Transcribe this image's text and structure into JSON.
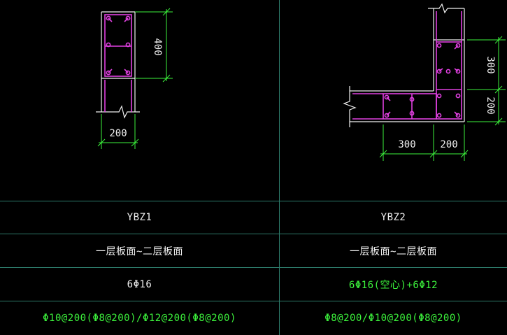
{
  "colors": {
    "background": "#000000",
    "grid_line": "#2d7a6a",
    "outline": "#f0f0f0",
    "rebar": "#e040e0",
    "dimension": "#3cf23c",
    "highlight_text": "#3cf23c"
  },
  "left_detail": {
    "dim_height": "400",
    "dim_width": "200"
  },
  "right_detail": {
    "dim_top": "300",
    "dim_bottom": "200",
    "dim_left": "300",
    "dim_right": "200"
  },
  "table": {
    "rows": [
      {
        "left": "YBZ1",
        "right": "YBZ2"
      },
      {
        "left": "一层板面~二层板面",
        "right": "一层板面~二层板面"
      },
      {
        "left": "6Φ16",
        "right": "6Φ16(空心)+6Φ12"
      },
      {
        "left": "Φ10@200(Φ8@200)/Φ12@200(Φ8@200)",
        "right": "Φ8@200/Φ10@200(Φ8@200)"
      }
    ]
  }
}
